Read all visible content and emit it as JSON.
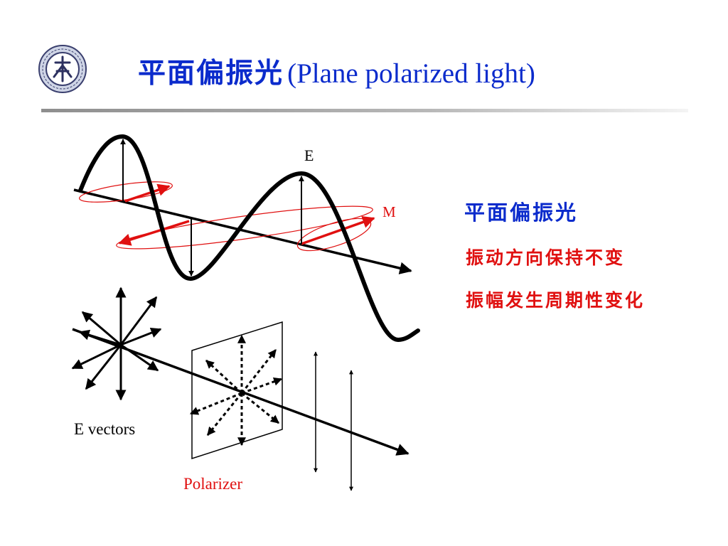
{
  "title": {
    "chinese": "平面偏振光",
    "english": "(Plane polarized light)"
  },
  "labels": {
    "e_field": "E",
    "m_field": "M",
    "e_vectors": "E  vectors",
    "polarizer": "Polarizer"
  },
  "side_text": {
    "heading": "平面偏振光",
    "line1": "振动方向保持不变",
    "line2": "振幅发生周期性变化"
  },
  "logo": {
    "icon": "university-seal-icon"
  },
  "colors": {
    "title_blue": "#0b2bcc",
    "accent_red": "#e01010",
    "stroke": "#000000"
  }
}
